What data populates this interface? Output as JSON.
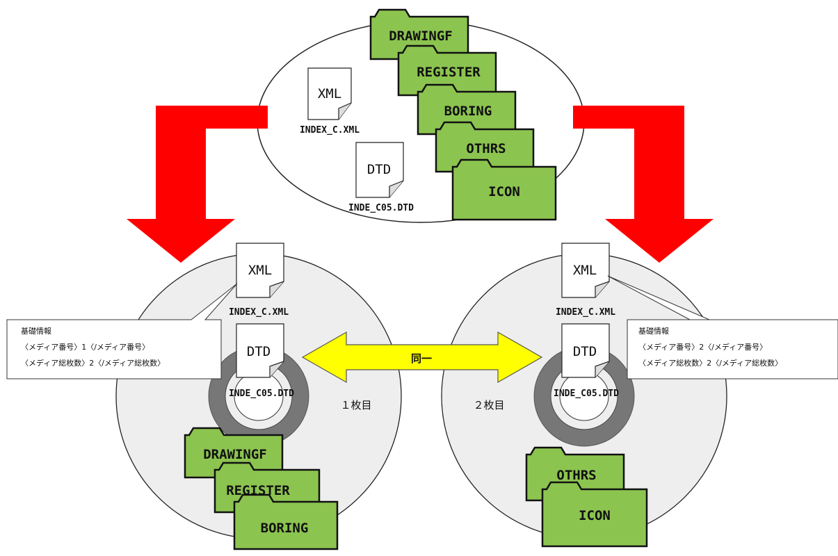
{
  "source": {
    "files": [
      {
        "icon": "XML",
        "name": "INDEX_C.XML"
      },
      {
        "icon": "DTD",
        "name": "INDE_C05.DTD"
      }
    ],
    "folders": [
      "DRAWINGF",
      "REGISTER",
      "BORING",
      "OTHRS",
      "ICON"
    ]
  },
  "disc1": {
    "label": "１枚目",
    "files": [
      {
        "icon": "XML",
        "name": "INDEX_C.XML"
      },
      {
        "icon": "DTD",
        "name": "INDE_C05.DTD"
      }
    ],
    "folders": [
      "DRAWINGF",
      "REGISTER",
      "BORING"
    ],
    "callout": [
      "基礎情報",
      "〈メディア番号〉1〈/メディア番号〉",
      "〈メディア総枚数〉2〈/メディア総枚数〉"
    ]
  },
  "disc2": {
    "label": "２枚目",
    "files": [
      {
        "icon": "XML",
        "name": "INDEX_C.XML"
      },
      {
        "icon": "DTD",
        "name": "INDE_C05.DTD"
      }
    ],
    "folders": [
      "OTHRS",
      "ICON"
    ],
    "callout": [
      "基礎情報",
      "〈メディア番号〉2〈/メディア番号〉",
      "〈メディア総枚数〉2〈/メディア総枚数〉"
    ]
  },
  "same_label": "同一",
  "colors": {
    "folder_fill": "#8cc450",
    "arrow_red": "#ff0000",
    "arrow_yellow": "#ffff00",
    "disc_fill": "#eeeeee",
    "hub_dark": "#777777"
  }
}
